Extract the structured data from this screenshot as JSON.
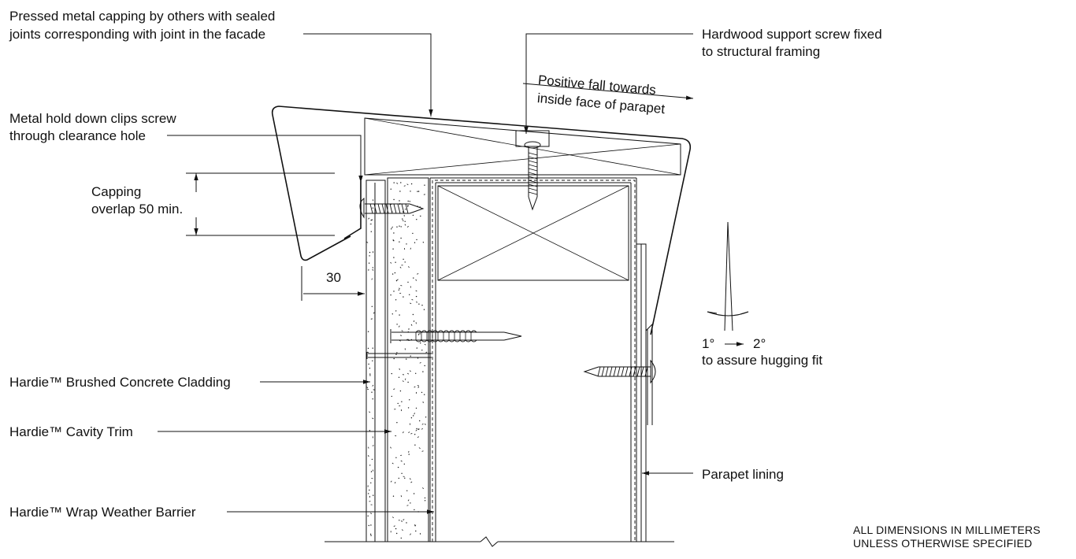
{
  "labels": {
    "capping": [
      "Pressed metal capping by others with sealed",
      "joints corresponding with joint in the facade"
    ],
    "screw": [
      "Hardwood support screw fixed",
      "to structural framing"
    ],
    "fall": [
      "Positive fall towards",
      "inside face of parapet"
    ],
    "clips": [
      "Metal hold down clips screw",
      "through clearance hole"
    ],
    "overlap": [
      "Capping",
      "overlap 50 min."
    ],
    "dim_30": "30",
    "angle": [
      "1°",
      "2°",
      "to assure hugging fit"
    ],
    "cladding": "Hardie™ Brushed Concrete Cladding",
    "cavity_trim": "Hardie™ Cavity Trim",
    "wrap": "Hardie™ Wrap Weather Barrier",
    "lining": "Parapet lining",
    "note": [
      "ALL DIMENSIONS IN MILLIMETERS",
      "UNLESS OTHERWISE SPECIFIED"
    ]
  }
}
